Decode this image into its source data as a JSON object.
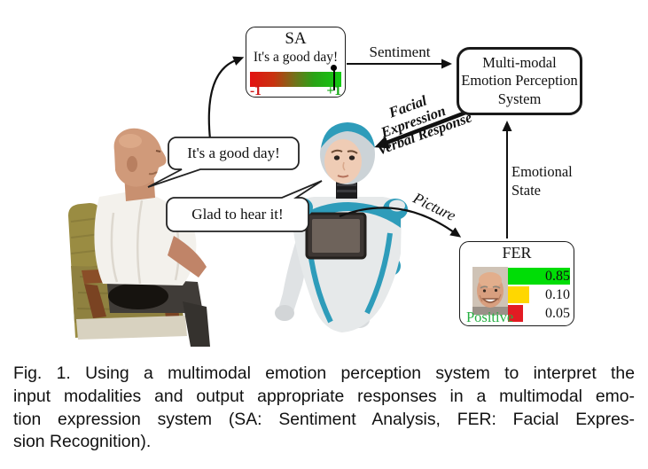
{
  "figure": {
    "person_bubble": {
      "text": "It's a good day!"
    },
    "robot_bubble": {
      "text": "Glad to hear it!"
    },
    "sa_box": {
      "title": "SA",
      "text": "It's a good day!",
      "scale": {
        "min_label": "-1",
        "max_label": "+1",
        "marker_position": 0.92
      }
    },
    "mmeps_box": {
      "lines": [
        "Multi-modal",
        "Emotion Perception",
        "System"
      ]
    },
    "fer_box": {
      "title": "FER",
      "classification": "Positive",
      "bars": [
        {
          "label": "0.85",
          "value": 0.85,
          "color": "#00dd06"
        },
        {
          "label": "0.10",
          "value": 0.1,
          "color": "#ffd700"
        },
        {
          "label": "0.05",
          "value": 0.05,
          "color": "#e31b23"
        }
      ]
    },
    "arrow_labels": {
      "sentiment": "Sentiment",
      "facial_expression": "Facial Expression",
      "verbal_response": "Verbal Response",
      "picture": "Picture",
      "emotional_state": "Emotional State"
    },
    "colors": {
      "sentiment_negative": "#cf1414",
      "sentiment_positive": "#15ab15",
      "positive_label": "#27b043",
      "robot_accent": "#2e9cba",
      "box_border": "#1a1a1a"
    }
  },
  "caption": {
    "lines": [
      "Fig. 1. Using a multimodal emotion perception system to interpret the",
      "input modalities and output appropriate responses in a multimodal emo-",
      "tion expression system (SA: Sentiment Analysis, FER: Facial Expres-",
      "sion Recognition)."
    ]
  }
}
